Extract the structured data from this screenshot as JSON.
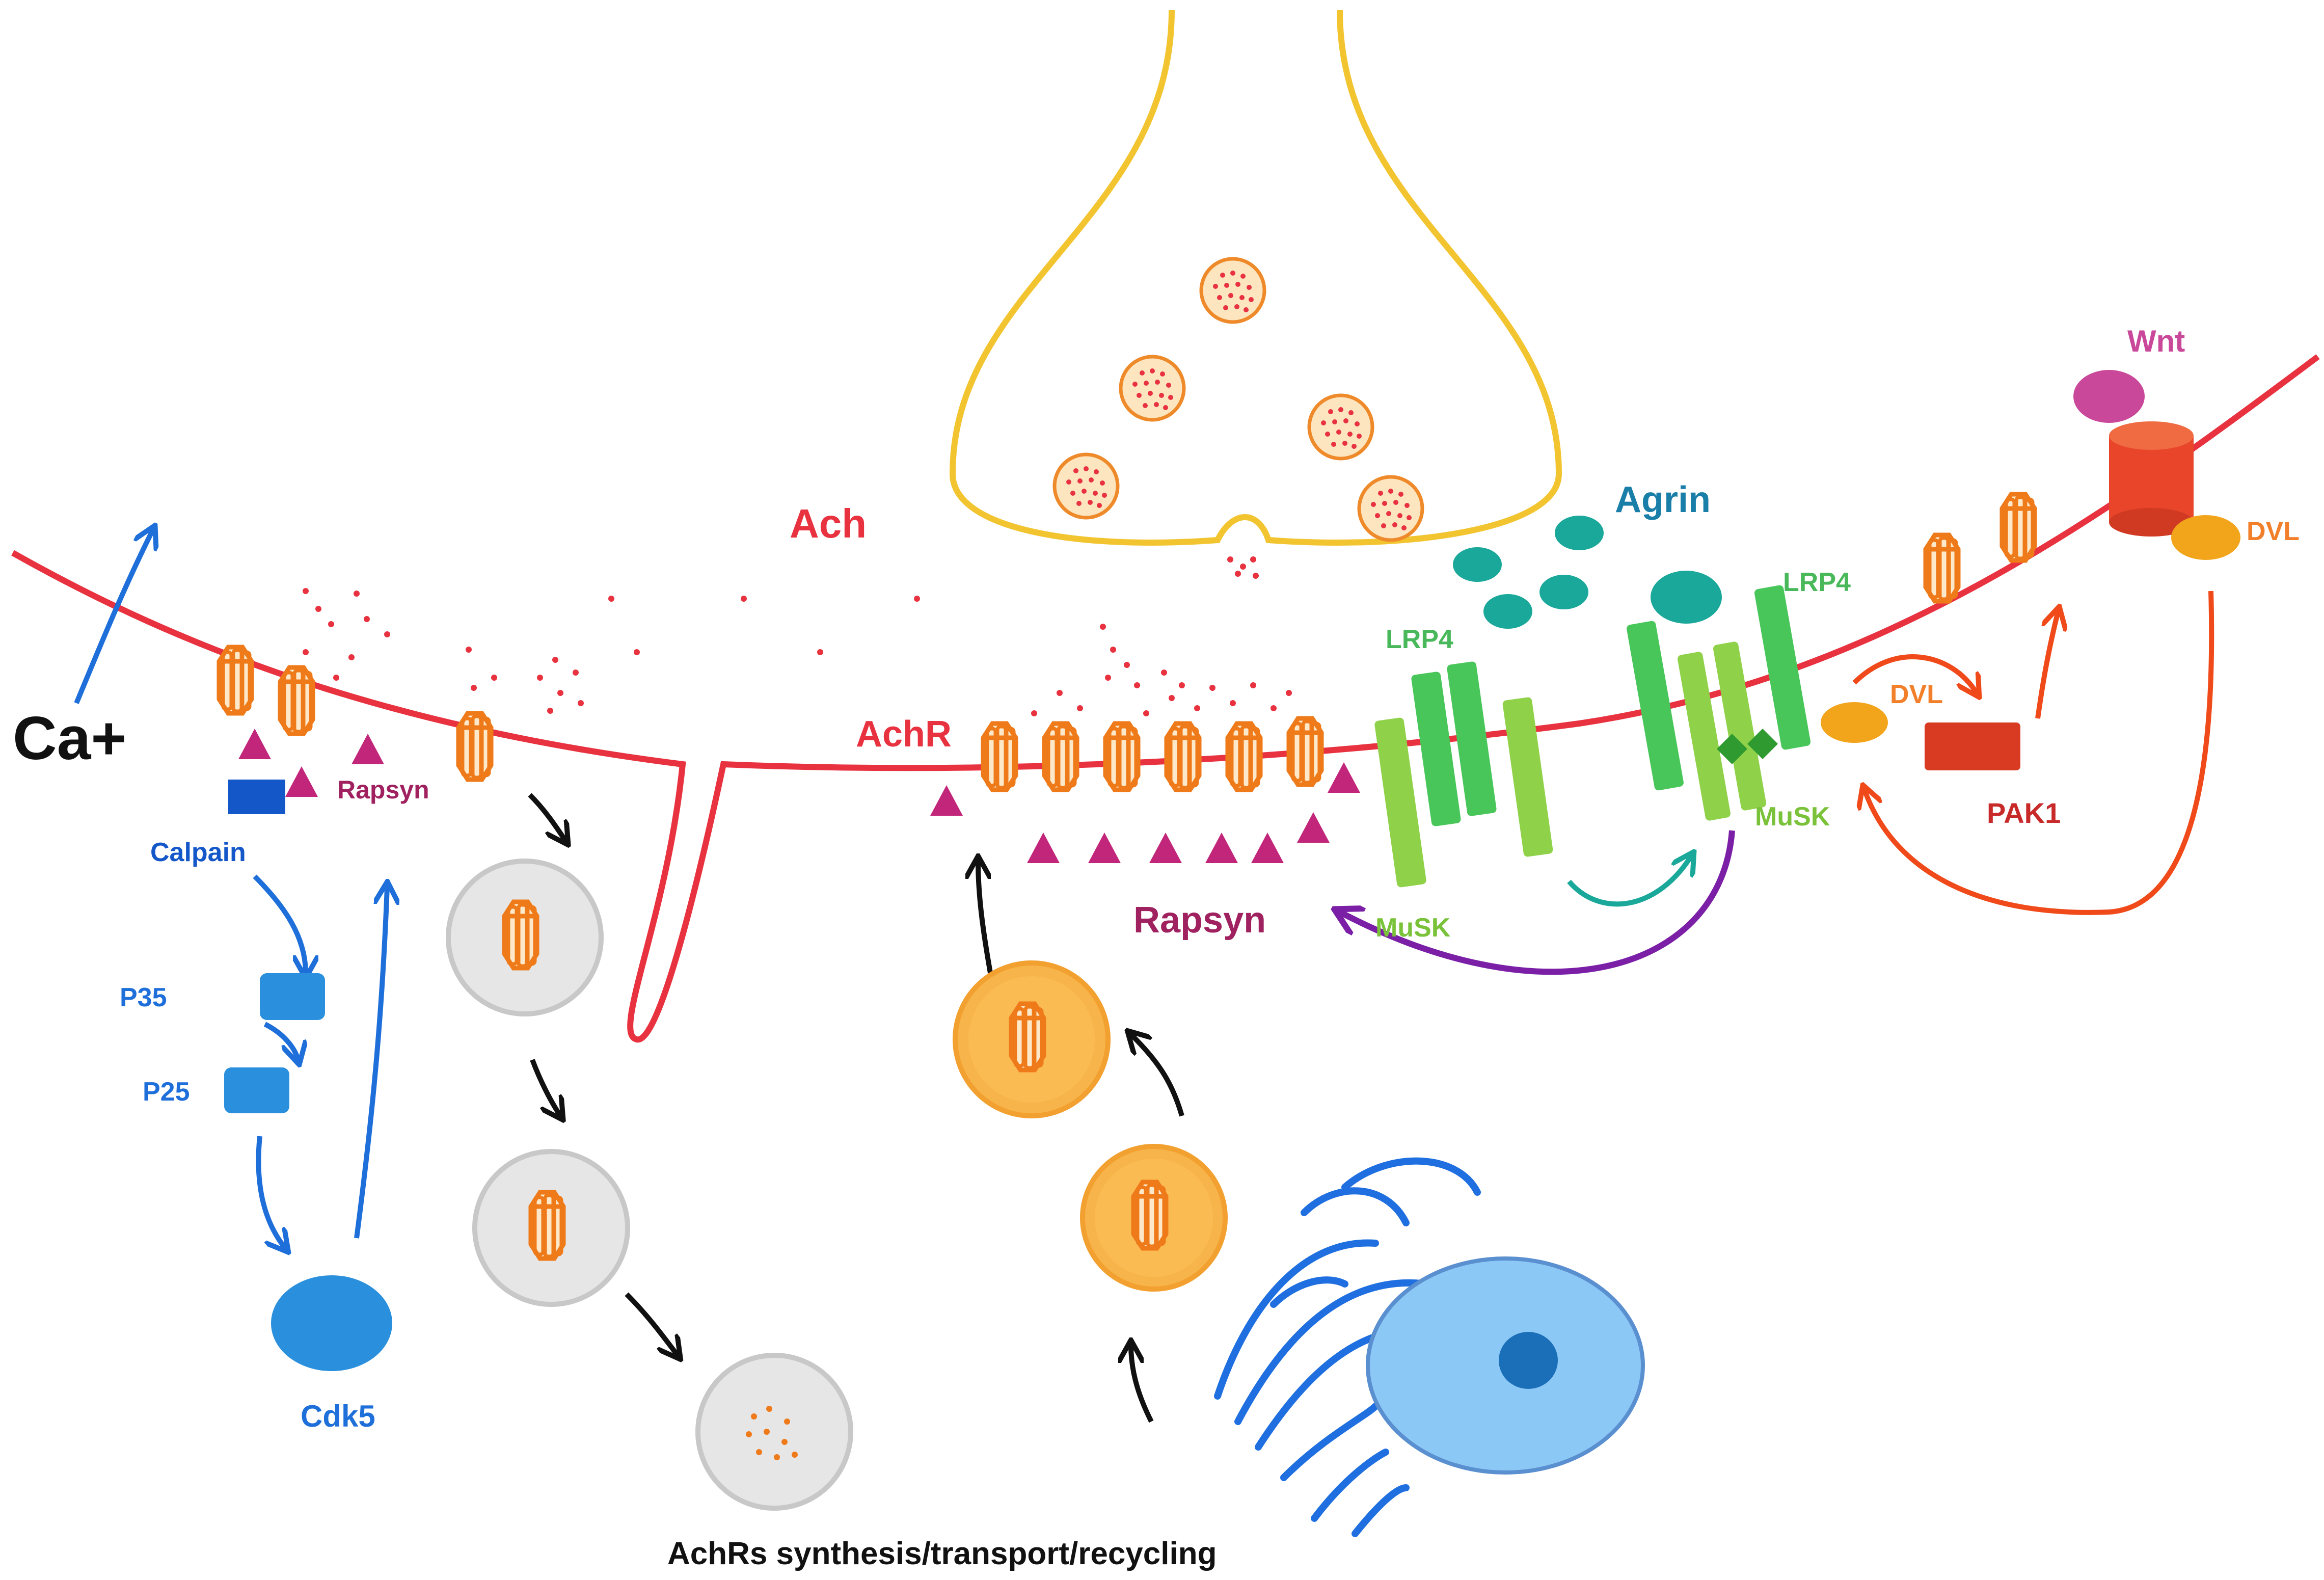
{
  "labels": {
    "ach": "Ach",
    "agrin": "Agrin",
    "wnt": "Wnt",
    "dvl_top": "DVL",
    "dvl_mid": "DVL",
    "lrp4_left": "LRP4",
    "lrp4_right": "LRP4",
    "musk_left": "MuSK",
    "musk_right": "MuSK",
    "pak1": "PAK1",
    "achr": "AchR",
    "rapsyn_center": "Rapsyn",
    "rapsyn_left": "Rapsyn",
    "ca": "Ca+",
    "calpain": "Calpain",
    "p35": "P35",
    "p25": "P25",
    "cdk5": "Cdk5",
    "caption": "AchRs synthesis/transport/recycling"
  },
  "colors": {
    "membrane": "#e8323f",
    "nerve_terminal": "#f2c530",
    "achr_orange": "#ef7a1a",
    "rapsyn_magenta": "#c2267a",
    "cdk5_blue": "#1e6fd9",
    "agrin_teal": "#1aa89a",
    "lrp4_green": "#49c65a",
    "musk_green": "#8fd24a",
    "wnt_pink": "#c9489a",
    "dvl_yellow": "#f2a41a",
    "pak1_red": "#d93a22",
    "purple_arrow": "#7a1fa6",
    "golgi_blue": "#1f6fe0",
    "nucleus_blue": "#8cc8f5"
  }
}
